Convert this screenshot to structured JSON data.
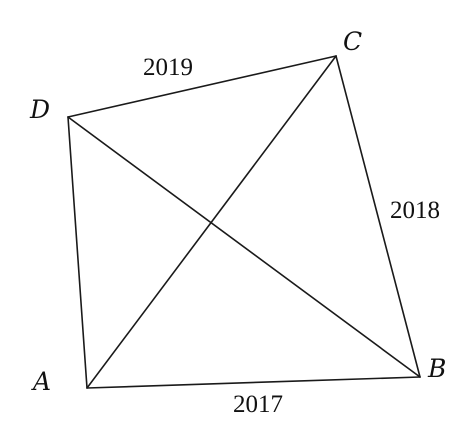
{
  "vertices": {
    "A": "A",
    "B": "B",
    "C": "C",
    "D": "D"
  },
  "side_lengths": {
    "DC": "2019",
    "CB": "2018",
    "AB": "2017"
  },
  "colors": {
    "line": "#1a1a1a",
    "text": "#111111",
    "background": "#ffffff"
  }
}
